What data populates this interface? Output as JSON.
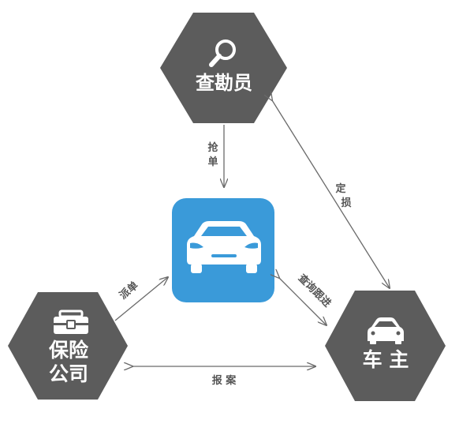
{
  "nodes": {
    "inspector": {
      "label": "查勘员",
      "icon": "search-icon"
    },
    "insurer": {
      "label_line1": "保险",
      "label_line2": "公司",
      "icon": "briefcase-icon"
    },
    "owner": {
      "label": "车 主",
      "icon": "car-icon"
    },
    "app": {
      "icon": "car-icon",
      "color": "#3a9ad9"
    }
  },
  "edges": {
    "grab_order": {
      "char1": "抢",
      "char2": "单"
    },
    "dispatch": "派单",
    "report": "报 案",
    "loss_assess": {
      "char1": "定",
      "char2": "损"
    },
    "query_follow": "查询跟进"
  },
  "colors": {
    "hexagon": "#5c5c5c",
    "app_tile": "#3a9ad9",
    "arrow": "#6a6a6a",
    "edge_text": "#555555"
  }
}
